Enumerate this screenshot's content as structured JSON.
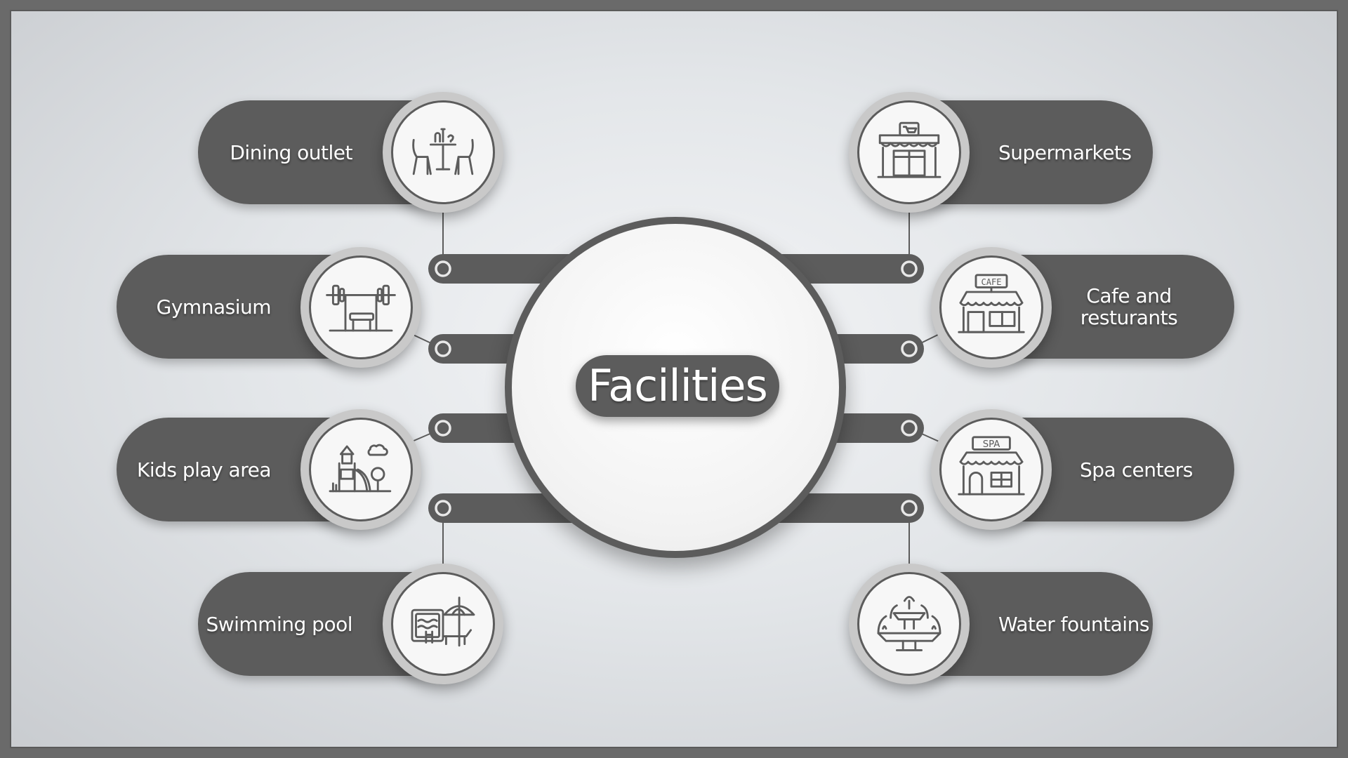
{
  "diagram": {
    "center_title": "Facilities",
    "colors": {
      "dark": "#5c5c5c",
      "ring": "#c9c9c9",
      "face": "#f7f7f7",
      "text": "#ffffff"
    },
    "left_items": [
      {
        "label": "Dining outlet",
        "icon": "dining-table-icon"
      },
      {
        "label": "Gymnasium",
        "icon": "barbell-bench-icon"
      },
      {
        "label": "Kids play area",
        "icon": "playground-icon"
      },
      {
        "label": "Swimming pool",
        "icon": "pool-umbrella-icon"
      }
    ],
    "right_items": [
      {
        "label": "Supermarkets",
        "icon": "supermarket-icon"
      },
      {
        "label_line1": "Cafe and",
        "label_line2": "resturants",
        "icon": "cafe-store-icon",
        "sign": "CAFE"
      },
      {
        "label": "Spa centers",
        "icon": "spa-store-icon",
        "sign": "SPA"
      },
      {
        "label": "Water fountains",
        "icon": "fountain-icon"
      }
    ]
  }
}
